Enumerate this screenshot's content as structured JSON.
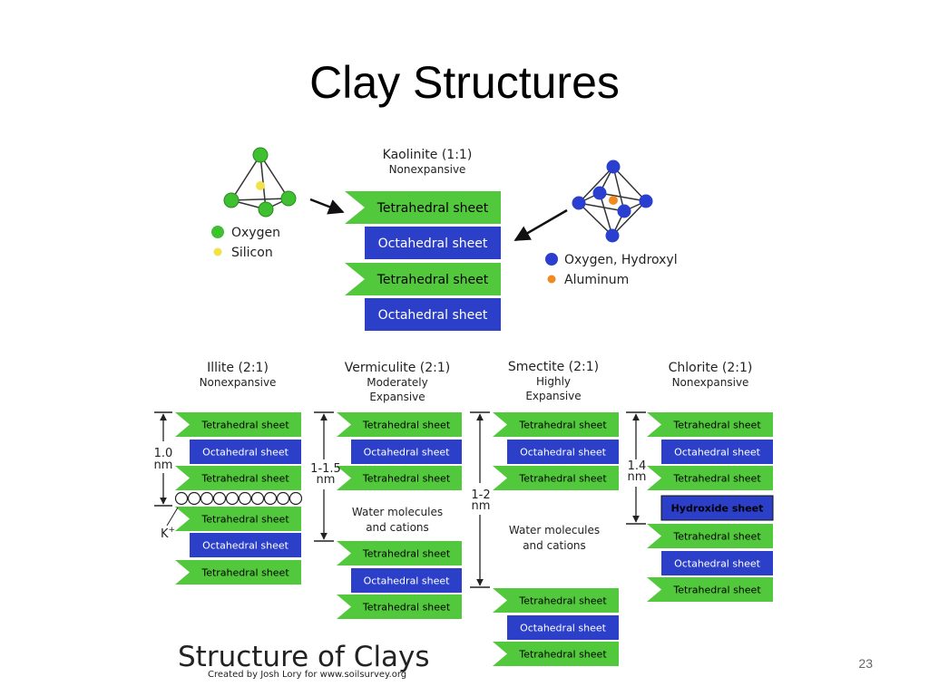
{
  "slide": {
    "title": "Clay Structures",
    "number": "23"
  },
  "colors": {
    "tetrahedral": "#52c83c",
    "octahedral": "#2b3fc8",
    "hydroxide": "#2b3fc8",
    "oxygen_green": "#3ec030",
    "oxygen_blue": "#2a3fd0",
    "silicon": "#f2e24a",
    "aluminum": "#f08a20"
  },
  "icons": [
    "tetrahedron-icon",
    "octahedron-icon",
    "arrow-icon",
    "bracket-icon"
  ],
  "kaolinite": {
    "title": "Kaolinite (1:1)",
    "subtitle": "Nonexpansive",
    "sheets": [
      {
        "type": "tetrahedral",
        "label": "Tetrahedral sheet"
      },
      {
        "type": "octahedral",
        "label": "Octahedral sheet"
      },
      {
        "type": "tetrahedral",
        "label": "Tetrahedral sheet"
      },
      {
        "type": "octahedral",
        "label": "Octahedral sheet"
      }
    ]
  },
  "legend_left": {
    "oxygen": "Oxygen",
    "silicon": "Silicon"
  },
  "legend_right": {
    "oxygen_hydroxyl": "Oxygen, Hydroxyl",
    "aluminum": "Aluminum"
  },
  "illite": {
    "title": "Illite (2:1)",
    "subtitle": "Nonexpansive",
    "spacing_top": "1.0",
    "spacing_unit": "nm",
    "cation": "K",
    "sheets": [
      "Tetrahedral sheet",
      "Octahedral sheet",
      "Tetrahedral sheet",
      "Tetrahedral sheet",
      "Octahedral sheet",
      "Tetrahedral sheet"
    ]
  },
  "vermiculite": {
    "title": "Vermiculite (2:1)",
    "subtitle_1": "Moderately",
    "subtitle_2": "Expansive",
    "spacing_top": "1-1.5",
    "spacing_unit": "nm",
    "water_1": "Water molecules",
    "water_2": "and cations",
    "sheets": [
      "Tetrahedral sheet",
      "Octahedral sheet",
      "Tetrahedral sheet",
      "Tetrahedral sheet",
      "Octahedral sheet",
      "Tetrahedral sheet"
    ]
  },
  "smectite": {
    "title": "Smectite (2:1)",
    "subtitle_1": "Highly",
    "subtitle_2": "Expansive",
    "spacing_top": "1-2",
    "spacing_unit": "nm",
    "water_1": "Water molecules",
    "water_2": "and cations",
    "sheets": [
      "Tetrahedral sheet",
      "Octahedral sheet",
      "Tetrahedral sheet",
      "Tetrahedral sheet",
      "Octahedral sheet",
      "Tetrahedral sheet"
    ]
  },
  "chlorite": {
    "title": "Chlorite (2:1)",
    "subtitle": "Nonexpansive",
    "spacing_top": "1.4",
    "spacing_unit": "nm",
    "sheets": [
      "Tetrahedral sheet",
      "Octahedral sheet",
      "Tetrahedral sheet",
      "Hydroxide sheet",
      "Tetrahedral sheet",
      "Octahedral sheet",
      "Tetrahedral sheet"
    ]
  },
  "caption": {
    "title": "Structure of Clays",
    "credit": "Created by Josh Lory for www.soilsurvey.org"
  }
}
